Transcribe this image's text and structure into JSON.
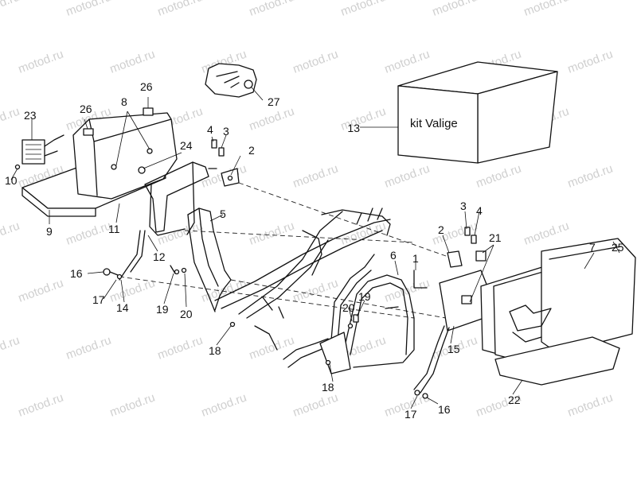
{
  "watermark": "motod.ru",
  "kit_box_label": "kit Valige",
  "callouts": {
    "c1": "1",
    "c2a": "2",
    "c2b": "2",
    "c3a": "3",
    "c3b": "3",
    "c4a": "4",
    "c4b": "4",
    "c5": "5",
    "c6": "6",
    "c7": "7",
    "c8": "8",
    "c9": "9",
    "c10": "10",
    "c11": "11",
    "c12": "12",
    "c13": "13",
    "c14": "14",
    "c15": "15",
    "c16a": "16",
    "c16b": "16",
    "c17a": "17",
    "c17b": "17",
    "c18a": "18",
    "c18b": "18",
    "c19a": "19",
    "c19b": "19",
    "c20a": "20",
    "c20b": "20",
    "c21": "21",
    "c22": "22",
    "c23": "23",
    "c24": "24",
    "c25": "25",
    "c26a": "26",
    "c26b": "26",
    "c27": "27"
  }
}
